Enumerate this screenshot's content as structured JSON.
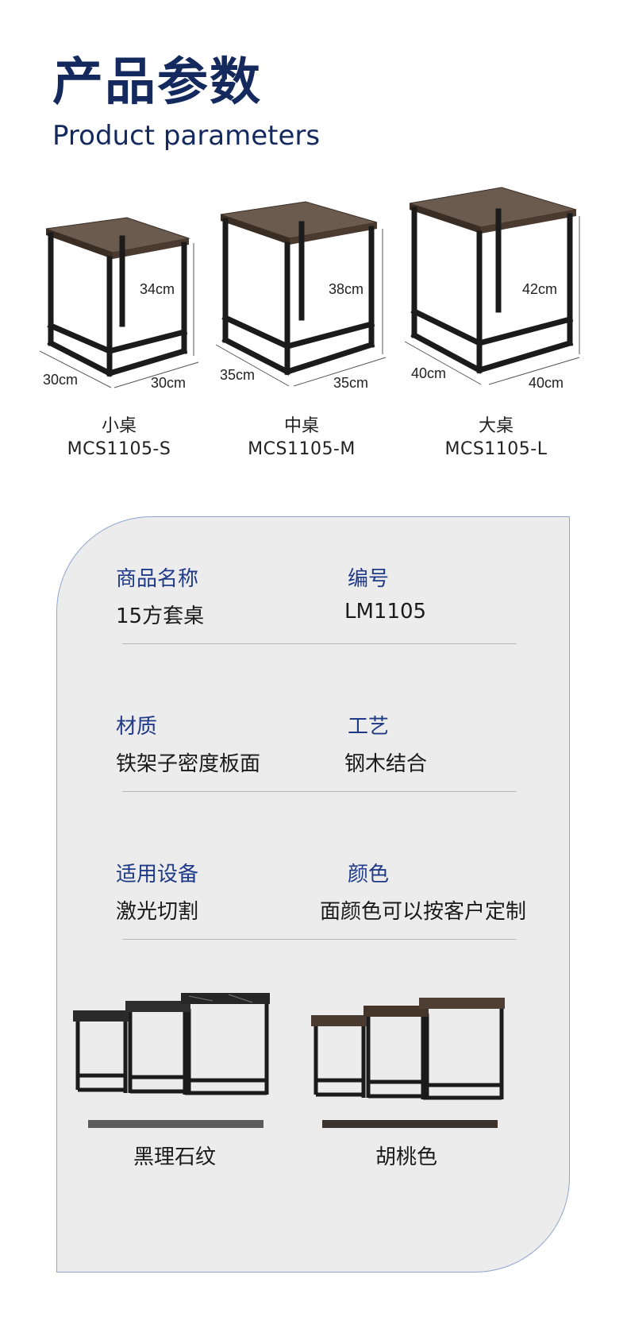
{
  "header": {
    "title_cn": "产品参数",
    "title_en": "Product parameters"
  },
  "tables": [
    {
      "name": "小桌",
      "code": "MCS1105-S",
      "height": "34cm",
      "width": "30cm",
      "depth": "30cm"
    },
    {
      "name": "中桌",
      "code": "MCS1105-M",
      "height": "38cm",
      "width": "35cm",
      "depth": "35cm"
    },
    {
      "name": "大桌",
      "code": "MCS1105-L",
      "height": "42cm",
      "width": "40cm",
      "depth": "40cm"
    }
  ],
  "specs": [
    {
      "label": "商品名称",
      "value": "15方套桌"
    },
    {
      "label": "编号",
      "value": "LM1105"
    },
    {
      "label": "材质",
      "value": "铁架子密度板面"
    },
    {
      "label": "工艺",
      "value": "钢木结合"
    },
    {
      "label": "适用设备",
      "value": "激光切割"
    },
    {
      "label": "颜色",
      "value": "面颜色可以按客户定制"
    }
  ],
  "finishes": [
    {
      "name": "黑理石纹",
      "swatch_color": "#5c5c5c",
      "top_color": "#2a2a2a"
    },
    {
      "name": "胡桃色",
      "swatch_color": "#3d352d",
      "top_color": "#4a3a30"
    }
  ],
  "colors": {
    "accent": "#14295e",
    "label": "#1f3a87",
    "panel_bg": "#ececec",
    "wood": "#6b5a4e",
    "frame": "#1b1b1b"
  }
}
